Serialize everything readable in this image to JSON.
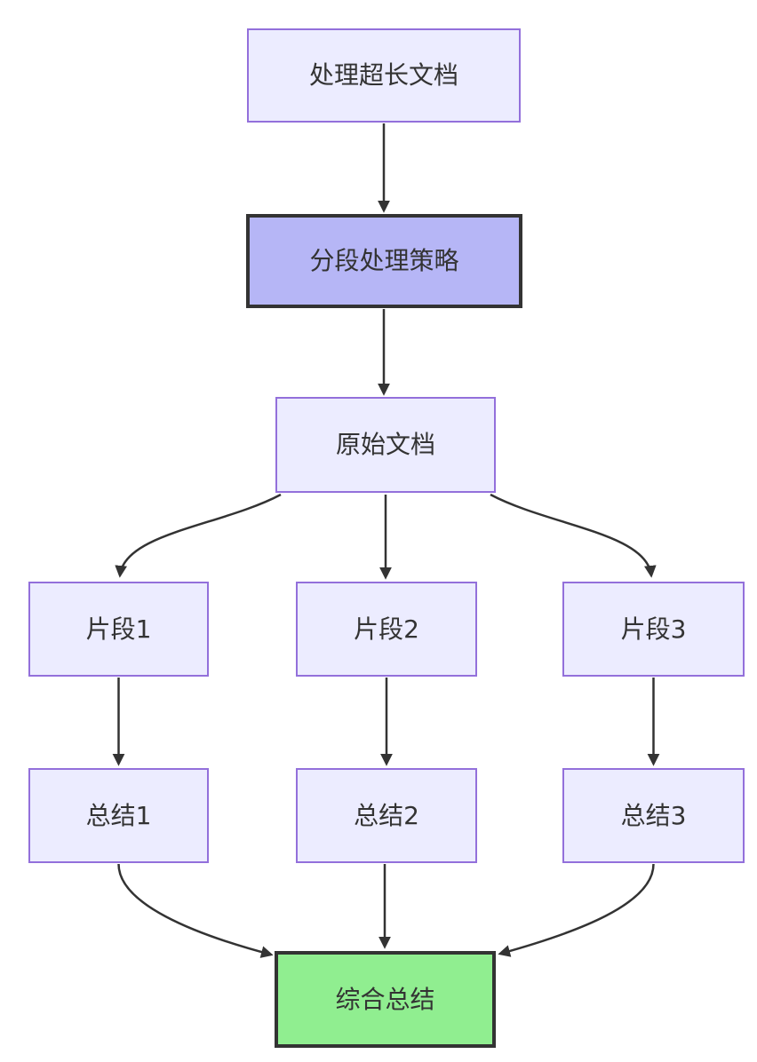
{
  "diagram": {
    "type": "flowchart",
    "direction": "top-down",
    "nodes": [
      {
        "id": "A",
        "label": "处理超长文档",
        "style": "default"
      },
      {
        "id": "B",
        "label": "分段处理策略",
        "style": "highlight"
      },
      {
        "id": "C",
        "label": "原始文档",
        "style": "default"
      },
      {
        "id": "D1",
        "label": "片段1",
        "style": "default"
      },
      {
        "id": "D2",
        "label": "片段2",
        "style": "default"
      },
      {
        "id": "D3",
        "label": "片段3",
        "style": "default"
      },
      {
        "id": "E1",
        "label": "总结1",
        "style": "default"
      },
      {
        "id": "E2",
        "label": "总结2",
        "style": "default"
      },
      {
        "id": "E3",
        "label": "总结3",
        "style": "default"
      },
      {
        "id": "F",
        "label": "综合总结",
        "style": "success"
      }
    ],
    "edges": [
      {
        "from": "A",
        "to": "B"
      },
      {
        "from": "B",
        "to": "C"
      },
      {
        "from": "C",
        "to": "D1"
      },
      {
        "from": "C",
        "to": "D2"
      },
      {
        "from": "C",
        "to": "D3"
      },
      {
        "from": "D1",
        "to": "E1"
      },
      {
        "from": "D2",
        "to": "E2"
      },
      {
        "from": "D3",
        "to": "E3"
      },
      {
        "from": "E1",
        "to": "F"
      },
      {
        "from": "E2",
        "to": "F"
      },
      {
        "from": "E3",
        "to": "F"
      }
    ],
    "colors": {
      "background": "#ffffff",
      "node_fill": "#ECECFF",
      "node_border": "#9370DB",
      "highlight_fill": "#b6b6f6",
      "highlight_border": "#333333",
      "success_fill": "#90EE90",
      "success_border": "#333333",
      "edge": "#333333",
      "text": "#333333"
    }
  }
}
